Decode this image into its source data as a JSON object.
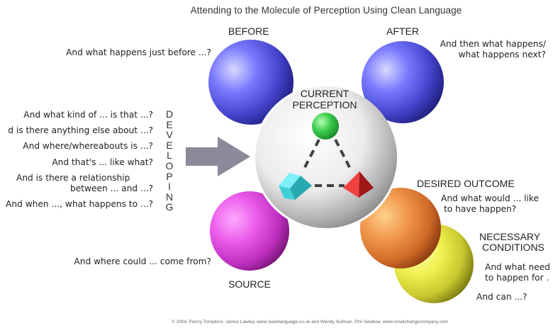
{
  "title": "Attending to the Molecule of Perception Using Clean Language",
  "nodes": {
    "before": {
      "label": "BEFORE",
      "question": "And what happens just before ...?",
      "color": "#4a4ad8"
    },
    "after": {
      "label": "AFTER",
      "question_line1": "And then what happens/",
      "question_line2": "what happens next?",
      "color": "#4a4ad8"
    },
    "current": {
      "label_line1": "CURRENT",
      "label_line2": "PERCEPTION",
      "color": "#d8d8d8",
      "molecule": {
        "sphere_color": "#33cc44",
        "cube_color": "#40d0d8",
        "pyramid_color": "#e83030"
      }
    },
    "source": {
      "label": "SOURCE",
      "question": "And where could ... come from?",
      "color": "#d040d0"
    },
    "desired_outcome": {
      "label": "DESIRED OUTCOME",
      "question_line1": "And what would ... like",
      "question_line2": "to have happen?",
      "color": "#e8893a"
    },
    "necessary_conditions": {
      "label_line1": "NECESSARY",
      "label_line2": "CONDITIONS",
      "question1_line1": "And what need",
      "question1_line2": "to happen for .",
      "question2": "And can ...?",
      "color": "#dcdc40"
    }
  },
  "developing": {
    "letters": [
      "D",
      "E",
      "V",
      "E",
      "L",
      "O",
      "P",
      "I",
      "N",
      "G"
    ],
    "questions": [
      "And what kind of ... is that ...?",
      "d is there anything else about ...?",
      "And where/whereabouts is ...?",
      "And that's ... like what?",
      "And is there a relationship",
      "between ... and ...?",
      "And when ..., what happens to ...?"
    ],
    "arrow_color": "#8a8a9a"
  },
  "footer": "© 2004, Penny Tompkins, James Lawley, www.cleanlanguage.co.uk and Wendy Sullivan, Phil Swallow, www.smallchangecompany.com"
}
